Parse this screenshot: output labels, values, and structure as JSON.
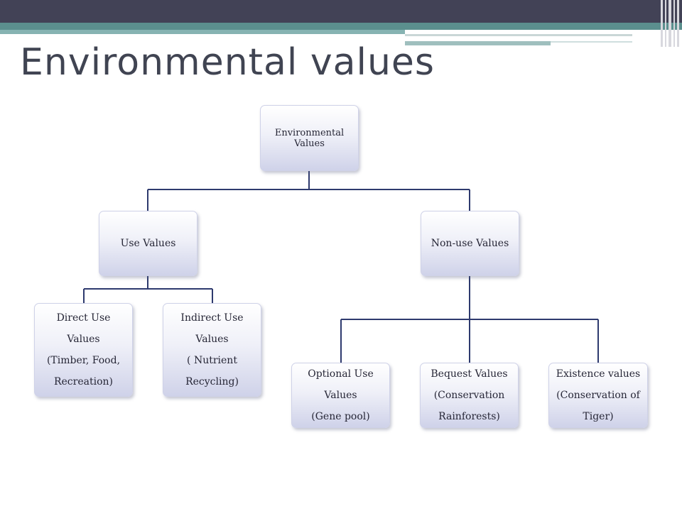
{
  "title": "Environmental values",
  "diagram": {
    "root": {
      "label": "Environmental Values"
    },
    "level1": [
      {
        "label": "Use Values"
      },
      {
        "label": "Non-use Values"
      }
    ],
    "use_children": [
      {
        "label": "Direct Use Values",
        "detail": "(Timber, Food, Recreation)"
      },
      {
        "label": "Indirect Use Values",
        "detail": "( Nutrient Recycling)"
      }
    ],
    "nonuse_children": [
      {
        "label": "Optional Use Values",
        "detail": "(Gene pool)"
      },
      {
        "label": "Bequest Values",
        "detail": "(Conservation Rainforests)"
      },
      {
        "label": "Existence values",
        "detail": "(Conservation of Tiger)"
      }
    ]
  },
  "colors": {
    "connector": "#2e3a6e",
    "title_text": "#404452",
    "header_dark": "#424256",
    "header_teal": "#5b8f8e"
  }
}
